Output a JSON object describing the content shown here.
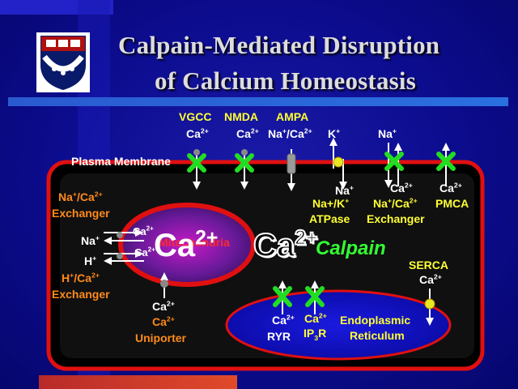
{
  "title": {
    "line1": "Calpain-Mediated Disruption",
    "line2": "of Calcium Homeostasis"
  },
  "logo": {
    "icon": "university-shield-icon"
  },
  "colors": {
    "background": "#0c0c8e",
    "cell_border": "#e01010",
    "channel_green": "#22dd22",
    "yellow_text": "#ffff33",
    "orange_text": "#ff8a1a",
    "calpain_green": "#33ff33"
  },
  "labels": {
    "plasma_membrane": "Plasma Membrane",
    "vgcc": "VGCC",
    "nmda": "NMDA",
    "ampa": "AMPA",
    "ca_vgcc": "Ca",
    "ca_nmda": "Ca",
    "na_ca_ampa": "Na",
    "ca_ampa": "/Ca",
    "k_top": "K",
    "na_top": "Na",
    "na_atpase": "Na",
    "na_k_atpase": "Na+/K",
    "atpase": "ATPase",
    "ca_exch_right": "Ca",
    "na_ca_exch_right": "Na",
    "na_ca_exch_right2": "/Ca",
    "exchanger_right": "Exchanger",
    "ca_pmca": "Ca",
    "pmca": "PMCA",
    "na_ca_left": "Na",
    "na_ca_left2": "/Ca",
    "exchanger_left": "Exchanger",
    "na_left": "Na",
    "h_left": "H",
    "h_ca_left": "H",
    "h_ca_left2": "/Ca",
    "exchanger_left2": "Exchanger",
    "ca_mito_1": "Ca",
    "ca_mito_2": "Ca",
    "mitochondria": "Mitochondria",
    "ca_mito_big": "Ca",
    "ca_cyto_big": "Ca",
    "calpain": "Calpain",
    "ca_uniporter1": "Ca",
    "ca_uniporter2": "Ca",
    "uniporter": "Uniporter",
    "serca": "SERCA",
    "ca_serca": "Ca",
    "ca_ryr": "Ca",
    "ryr": "RYR",
    "ca_ip3r": "Ca",
    "ip3r_ip": "IP",
    "ip3r_sub": "3",
    "ip3r_r": "R",
    "er_line1": "Endoplasmic",
    "er_line2": "Reticulum",
    "sup_2plus": "2+",
    "sup_plus": "+"
  }
}
